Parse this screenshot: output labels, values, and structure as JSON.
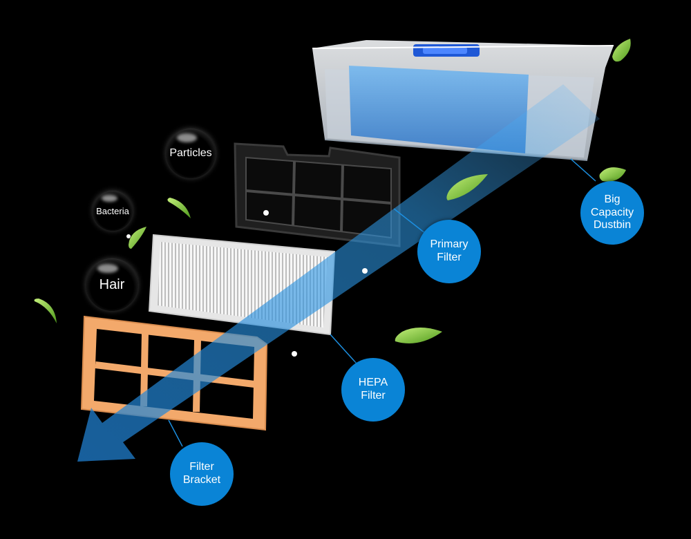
{
  "colors": {
    "background": "#000000",
    "callout": "#0a84d6",
    "bracket": "#f3a96b",
    "airflow": "#3aa0e8",
    "leaf": "#7cc840"
  },
  "components": {
    "dustbin": {
      "label": "Big\nCapacity\nDustbin",
      "icon": "dustbin-icon"
    },
    "primary_filter": {
      "label": "Primary\nFilter",
      "icon": "mesh-filter-icon"
    },
    "hepa_filter": {
      "label": "HEPA\nFilter",
      "icon": "pleated-filter-icon"
    },
    "filter_bracket": {
      "label": "Filter\nBracket",
      "icon": "bracket-frame-icon"
    }
  },
  "pollutants": {
    "particles": "Particles",
    "bacteria": "Bacteria",
    "hair": "Hair"
  }
}
